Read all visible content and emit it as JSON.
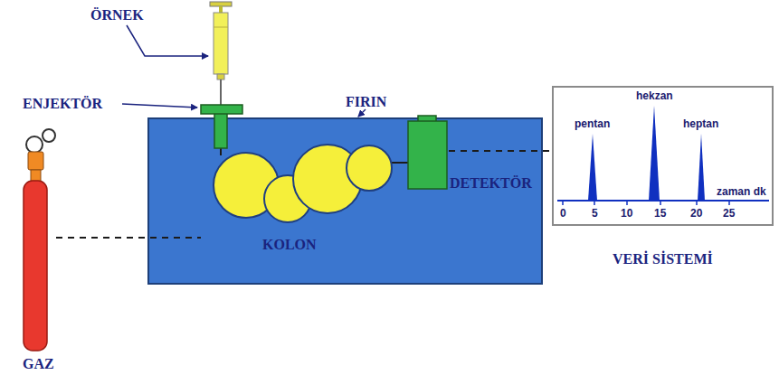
{
  "diagram": {
    "nodes": [
      {
        "text": [
          "FIRIN"
        ]
      },
      {
        "text": [
          "ENJEKTÖR"
        ],
        "in": 0
      },
      {
        "text": [
          "DETEKTÖR"
        ],
        "in": 0
      },
      {
        "text": [
          "VERİ SİSTEMİ"
        ]
      },
      {
        "text": [
          "GAZ"
        ]
      }
    ],
    "edges": [
      {
        "from": 4,
        "to": 1,
        "arrow": "none"
      },
      {
        "from": 2,
        "to": 3,
        "arrow": "none"
      }
    ],
    "labels": [
      "ÖRNEK",
      "KOLON",
      "pentan",
      "hekzan",
      "heptan",
      "zaman dk",
      "0",
      "5",
      "10",
      "15",
      "20",
      "25"
    ]
  }
}
